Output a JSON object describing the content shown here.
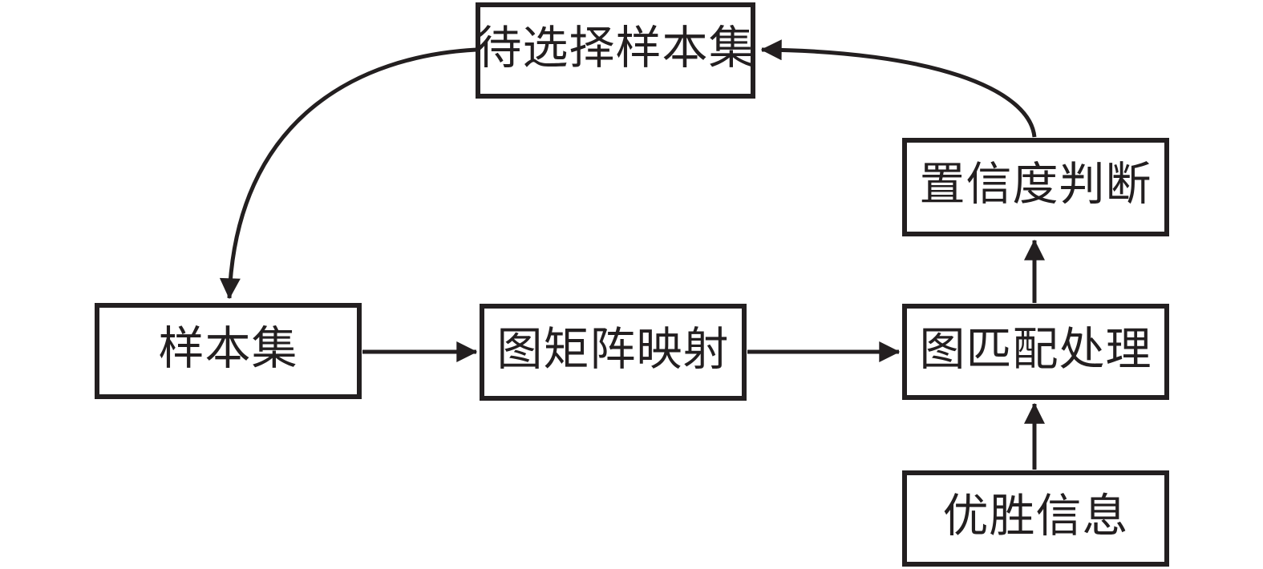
{
  "diagram": {
    "type": "flowchart",
    "background_color": "#ffffff",
    "line_color": "#231f20",
    "nodes": {
      "candidate_set": {
        "label": "待选择样本集"
      },
      "confidence": {
        "label": "置信度判断"
      },
      "sample_set": {
        "label": "样本集"
      },
      "matrix_mapping": {
        "label": "图矩阵映射"
      },
      "graph_matching": {
        "label": "图匹配处理"
      },
      "winning_info": {
        "label": "优胜信息"
      }
    },
    "edges": [
      {
        "from": "待选择样本集",
        "to": "样本集",
        "style": "curved"
      },
      {
        "from": "样本集",
        "to": "图矩阵映射",
        "style": "straight"
      },
      {
        "from": "图矩阵映射",
        "to": "图匹配处理",
        "style": "straight"
      },
      {
        "from": "优胜信息",
        "to": "图匹配处理",
        "style": "straight"
      },
      {
        "from": "图匹配处理",
        "to": "置信度判断",
        "style": "straight"
      },
      {
        "from": "置信度判断",
        "to": "待选择样本集",
        "style": "curved"
      }
    ]
  }
}
